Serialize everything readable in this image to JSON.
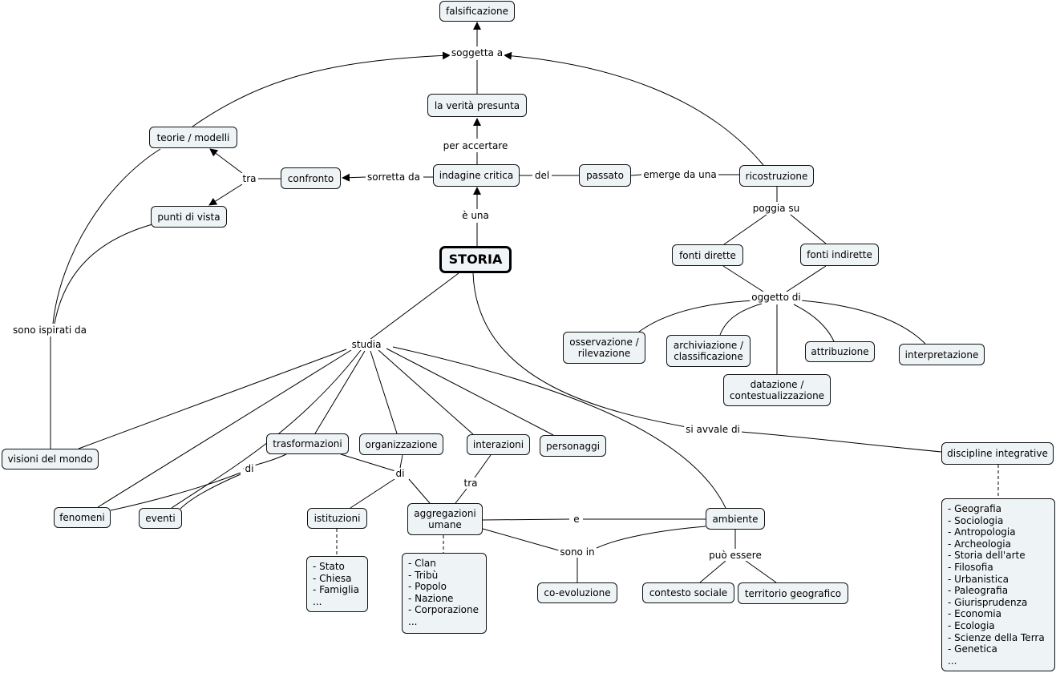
{
  "central": "STORIA",
  "nodes": {
    "falsificazione": "falsificazione",
    "verita_presunta": "la verità presunta",
    "teorie_modelli": "teorie / modelli",
    "confronto": "confronto",
    "punti_di_vista": "punti di vista",
    "indagine_critica": "indagine critica",
    "passato": "passato",
    "ricostruzione": "ricostruzione",
    "fonti_dirette": "fonti dirette",
    "fonti_indirette": "fonti indirette",
    "osservazione": [
      "osservazione /",
      "rilevazione"
    ],
    "archiviazione": [
      "archiviazione /",
      "classificazione"
    ],
    "attribuzione": "attribuzione",
    "interpretazione": "interpretazione",
    "datazione": [
      "datazione /",
      "contestualizzazione"
    ],
    "visioni_del_mondo": "visioni del mondo",
    "trasformazioni": "trasformazioni",
    "organizzazione": "organizzazione",
    "interazioni": "interazioni",
    "personaggi": "personaggi",
    "fenomeni": "fenomeni",
    "eventi": "eventi",
    "istituzioni": "istituzioni",
    "aggregazioni_umane": [
      "aggregazioni",
      "umane"
    ],
    "ambiente": "ambiente",
    "co_evoluzione": "co-evoluzione",
    "contesto_sociale": "contesto sociale",
    "territorio_geografico": "territorio geografico",
    "discipline_integrative": "discipline integrative"
  },
  "lists": {
    "istituzioni_list": [
      "- Stato",
      "- Chiesa",
      "- Famiglia",
      "..."
    ],
    "aggregazioni_list": [
      "- Clan",
      "- Tribù",
      "- Popolo",
      "- Nazione",
      "- Corporazione",
      "..."
    ],
    "discipline_list": [
      "- Geografia",
      "- Sociologia",
      "- Antropologia",
      "- Archeologia",
      "- Storia dell'arte",
      "- Filosofia",
      "- Urbanistica",
      "- Paleografia",
      "- Giurisprudenza",
      "- Economia",
      "- Ecologia",
      "- Scienze della Terra",
      "- Genetica",
      "..."
    ]
  },
  "labels": {
    "soggetta_a": "soggetta a",
    "per_accertare": "per accertare",
    "sorretta_da": "sorretta da",
    "del": "del",
    "emerge_da_una": "emerge da una",
    "tra_top": "tra",
    "e_una": "è una",
    "poggia_su": "poggia su",
    "oggetto_di": "oggetto di",
    "sono_ispirati_da": "sono ispirati da",
    "studia": "studia",
    "si_avvale_di": "si avvale di",
    "di_left": "di",
    "di_mid": "di",
    "tra_bottom": "tra",
    "e_link": "e",
    "sono_in": "sono in",
    "puo_essere": "può essere"
  },
  "colors": {
    "node_fill": "#eef3f5",
    "border": "#111111",
    "line": "#000000"
  }
}
